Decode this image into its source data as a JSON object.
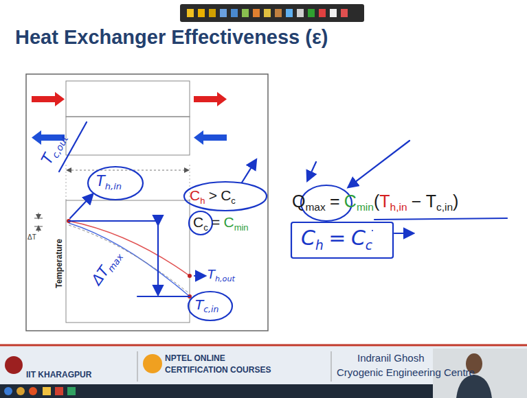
{
  "diagram": {
    "title": "Heat Exchanger Effectiveness (ε)",
    "labels": [
      "Q",
      "max",
      "=",
      "C",
      "min",
      "(",
      "T",
      "h,in",
      "−",
      "T",
      "c,in",
      ")",
      "C",
      "h",
      ">",
      "C",
      "c",
      "C",
      "c",
      "=",
      "C",
      "min",
      "C",
      "h",
      "=",
      "C",
      "c",
      "T",
      "c,out",
      "T",
      "h,in",
      "ΔT",
      "max",
      "T",
      "h,out",
      "T",
      "c,in",
      "ΔT",
      "Temperature",
      "IIT KHARAGPUR",
      "NPTEL ONLINE",
      "CERTIFICATION COURSES",
      "Indranil Ghosh",
      "Cryogenic Engineering Centre"
    ]
  }
}
